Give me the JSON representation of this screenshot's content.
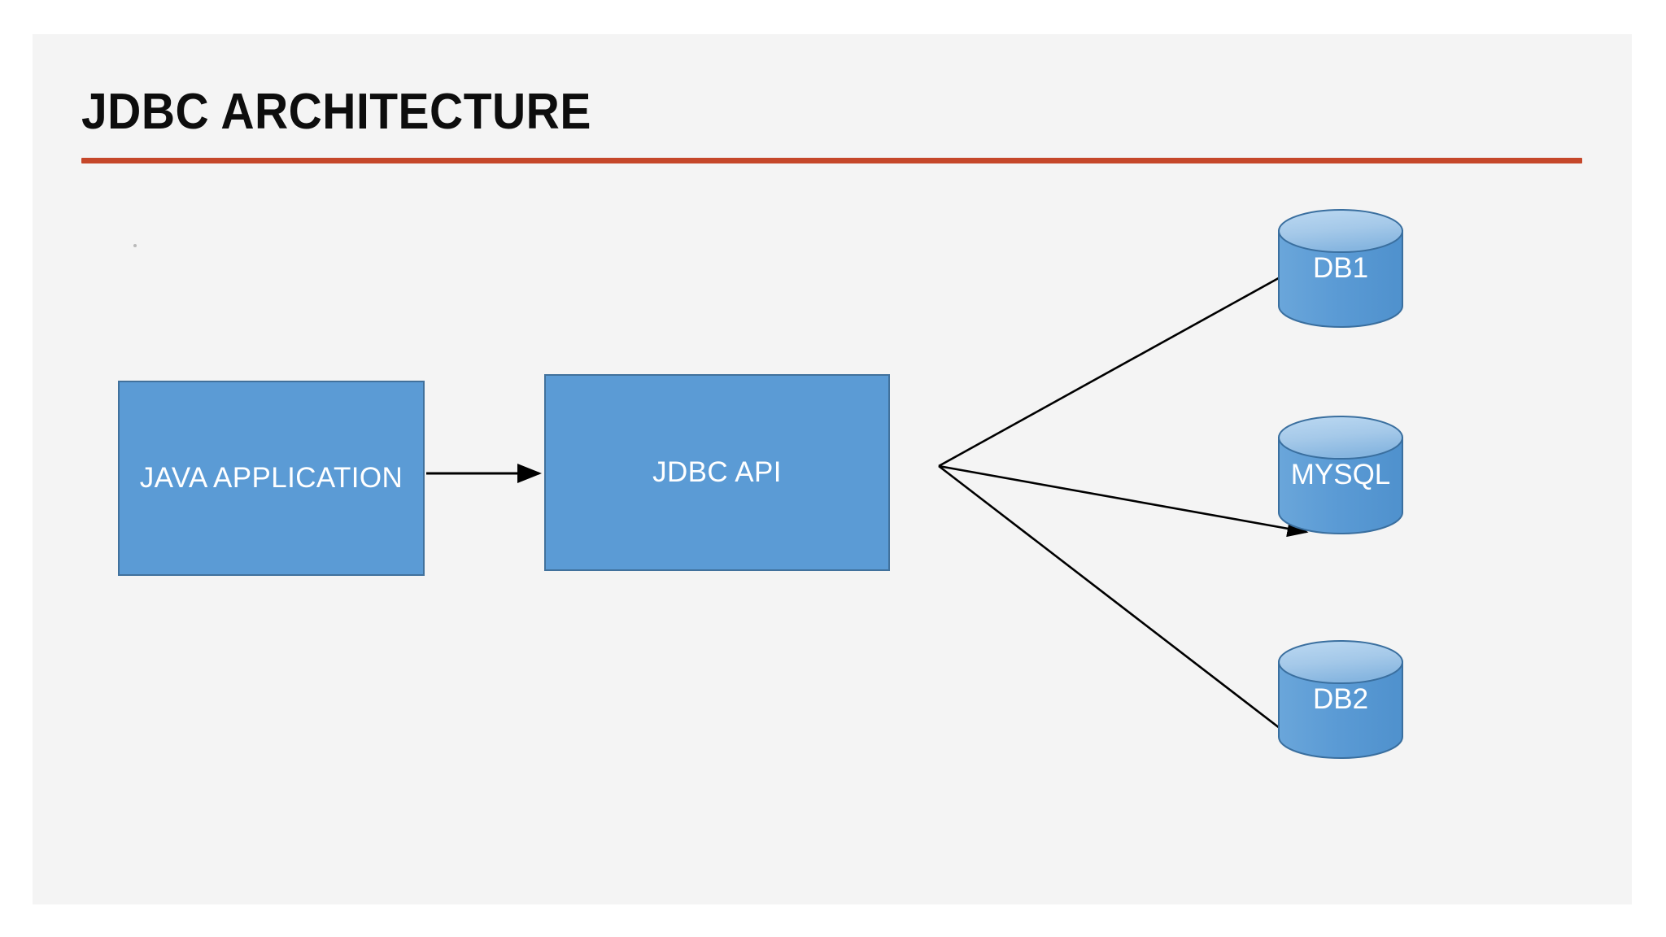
{
  "slide": {
    "title": "JDBC ARCHITECTURE",
    "background_color": "#f4f4f4",
    "page_background_color": "#ffffff",
    "accent_rule_color": "#c5472a"
  },
  "theme": {
    "node_fill": "#5b9bd5",
    "node_stroke": "#41719c",
    "node_text": "#ffffff",
    "cylinder_top_fill": "#9dc3e6",
    "connector_color": "#000000",
    "title_color": "#0d0d0d"
  },
  "diagram": {
    "type": "flow-diagram",
    "nodes": [
      {
        "id": "java-application",
        "label": "JAVA APPLICATION",
        "shape": "rectangle"
      },
      {
        "id": "jdbc-api",
        "label": "JDBC API",
        "shape": "rectangle"
      },
      {
        "id": "db1",
        "label": "DB1",
        "shape": "cylinder"
      },
      {
        "id": "mysql",
        "label": "MYSQL",
        "shape": "cylinder"
      },
      {
        "id": "db2",
        "label": "DB2",
        "shape": "cylinder"
      }
    ],
    "edges": [
      {
        "from": "java-application",
        "to": "jdbc-api",
        "style": "arrow"
      },
      {
        "from": "jdbc-api",
        "to": "db1",
        "style": "arrow"
      },
      {
        "from": "jdbc-api",
        "to": "mysql",
        "style": "arrow"
      },
      {
        "from": "jdbc-api",
        "to": "db2",
        "style": "arrow"
      }
    ]
  }
}
